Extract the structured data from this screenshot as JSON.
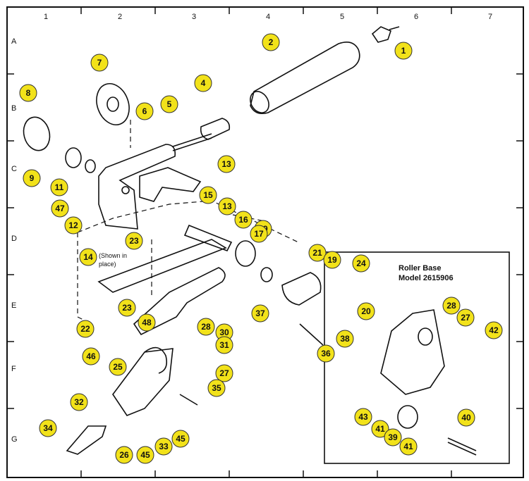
{
  "grid": {
    "columns": [
      "1",
      "2",
      "3",
      "4",
      "5",
      "6",
      "7"
    ],
    "rows": [
      "A",
      "B",
      "C",
      "D",
      "E",
      "F",
      "G"
    ]
  },
  "callout_color": "#f2e21a",
  "callouts": [
    "1",
    "2",
    "4",
    "5",
    "6",
    "7",
    "8",
    "9",
    "11",
    "47",
    "12",
    "13",
    "13",
    "15",
    "16",
    "49",
    "17",
    "14",
    "23",
    "21",
    "19",
    "24",
    "20",
    "23",
    "48",
    "37",
    "38",
    "36",
    "22",
    "46",
    "28",
    "30",
    "31",
    "27",
    "25",
    "32",
    "35",
    "34",
    "26",
    "33",
    "45",
    "45"
  ],
  "note_14": "(Shown in",
  "note_14b": "place)",
  "inset": {
    "title_line1": "Roller Base",
    "title_line2": "Model 2615906",
    "callouts": [
      "28",
      "27",
      "42",
      "43",
      "41",
      "39",
      "41",
      "40"
    ]
  }
}
